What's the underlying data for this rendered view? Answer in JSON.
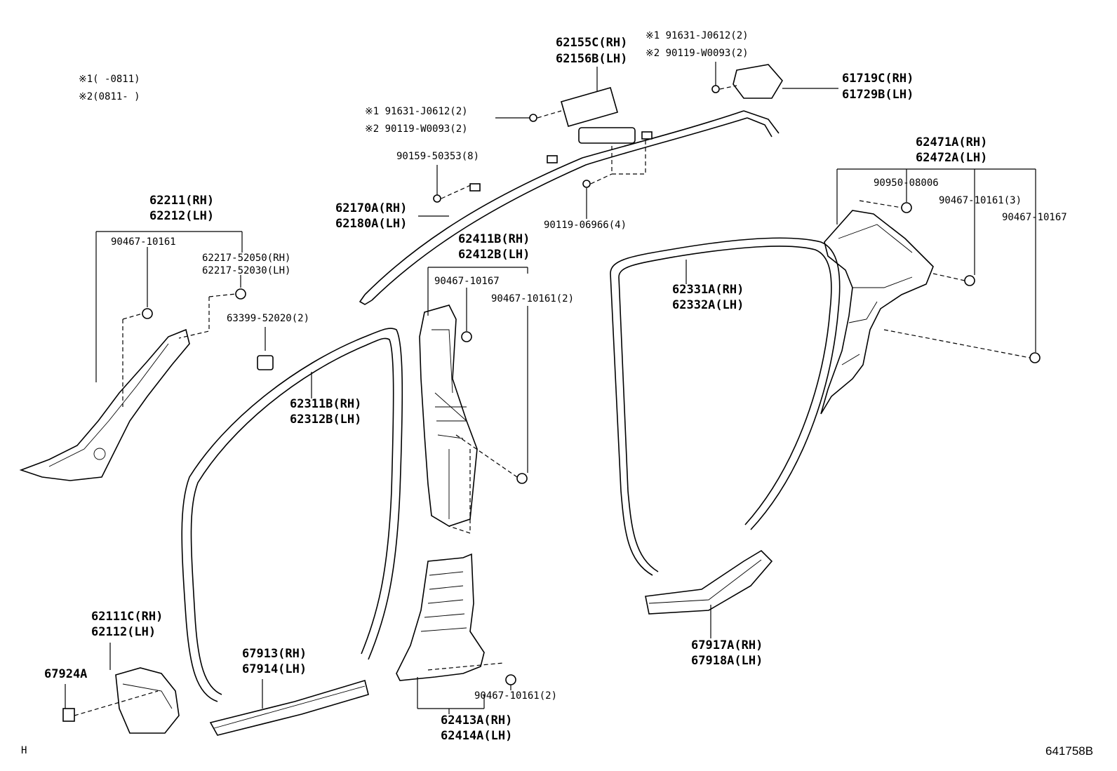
{
  "notes": {
    "note1": "※1(  -0811)",
    "note2": "※2(0811-  )"
  },
  "parts": {
    "p62155": [
      "62155C(RH)",
      "62156B(LH)"
    ],
    "p_topbolts_right": [
      "※1 91631-J0612(2)",
      "※2 90119-W0093(2)"
    ],
    "p61719": [
      "61719C(RH)",
      "61729B(LH)"
    ],
    "p_topbolts_left": [
      "※1 91631-J0612(2)",
      "※2 90119-W0093(2)"
    ],
    "p90159": "90159-50353(8)",
    "p62170": [
      "62170A(RH)",
      "62180A(LH)"
    ],
    "p90119_06966": "90119-06966(4)",
    "p62471": [
      "62471A(RH)",
      "62472A(LH)"
    ],
    "p90950": "90950-08006",
    "p90467_3": "90467-10161(3)",
    "p90467_10167_right": "90467-10167",
    "p62211": [
      "62211(RH)",
      "62212(LH)"
    ],
    "p90467_left": "90467-10161",
    "p62217": [
      "62217-52050(RH)",
      "62217-52030(LH)"
    ],
    "p63399": "63399-52020(2)",
    "p62411": [
      "62411B(RH)",
      "62412B(LH)"
    ],
    "p90467_10167_mid": "90467-10167",
    "p90467_2_mid": "90467-10161(2)",
    "p62331": [
      "62331A(RH)",
      "62332A(LH)"
    ],
    "p62311": [
      "62311B(RH)",
      "62312B(LH)"
    ],
    "p62111": [
      "62111C(RH)",
      "62112(LH)"
    ],
    "p67924": "67924A",
    "p67913": [
      "67913(RH)",
      "67914(LH)"
    ],
    "p62413": [
      "62413A(RH)",
      "62414A(LH)"
    ],
    "p90467_2_bottom": "90467-10161(2)",
    "p67917": [
      "67917A(RH)",
      "67918A(LH)"
    ]
  },
  "footer": {
    "left_mark": "H",
    "diagram_id": "641758B"
  }
}
